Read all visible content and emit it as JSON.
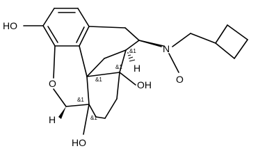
{
  "atoms": {
    "ho_phenol": "HO",
    "o_ether": "O",
    "n_amine": "N",
    "o_noxide": "O",
    "oh_14": "OH",
    "ho_6": "HO",
    "h_9": "H",
    "h_5": "H"
  },
  "stereo_labels": {
    "c9": "&1",
    "c13": "&1",
    "c14": "&1",
    "c5": "&1",
    "c6": "&1"
  }
}
